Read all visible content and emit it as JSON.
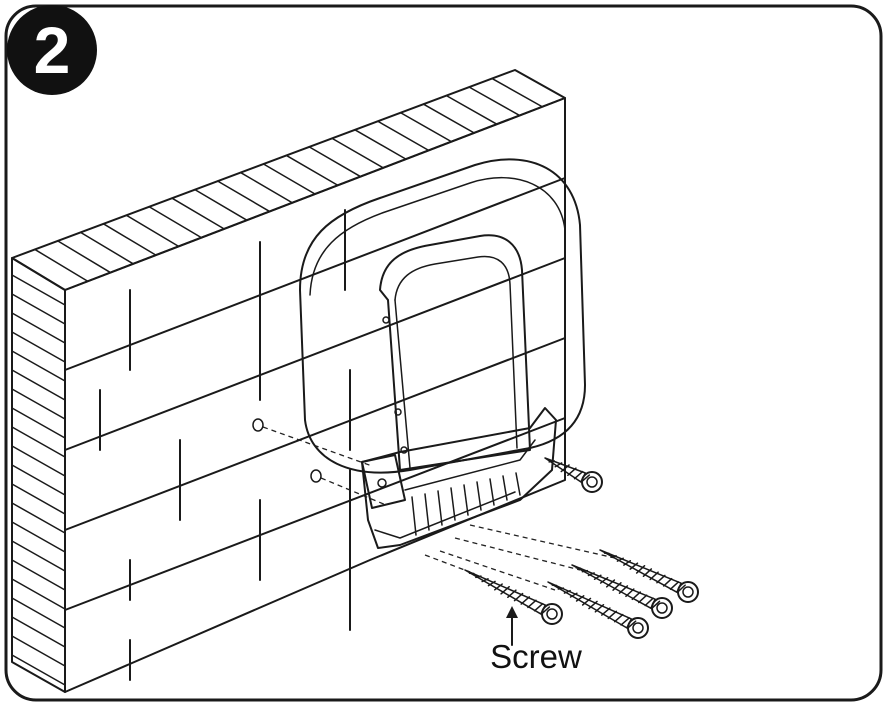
{
  "step": {
    "number": "2"
  },
  "callout": {
    "label": "Screw"
  },
  "colors": {
    "ink": "#1a1a1a",
    "badge": "#111111",
    "background": "#ffffff"
  },
  "icons": {
    "step_badge": "circle-number-icon",
    "wall": "brick-wall-illustration",
    "seat": "folding-shower-seat-illustration",
    "screw": "screw-illustration"
  }
}
